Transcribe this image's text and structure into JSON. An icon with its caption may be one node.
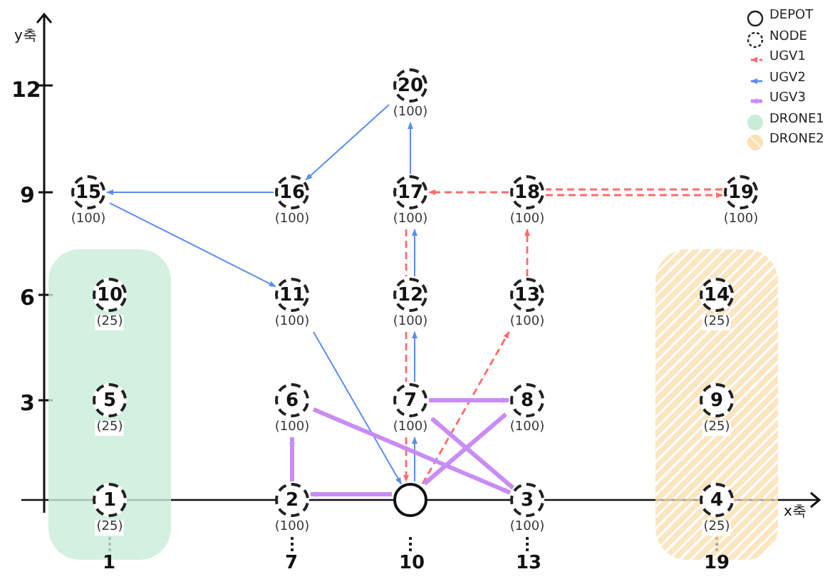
{
  "diagram": {
    "nodes": [
      {
        "text": [],
        "shape": "band"
      },
      {
        "text": [],
        "shape": "band"
      },
      {
        "text": [
          "1"
        ],
        "beside": [
          "(25)"
        ],
        "in": 0
      },
      {
        "text": [
          "2"
        ],
        "beside": [
          "(100)"
        ]
      },
      {
        "text": [
          "3"
        ],
        "beside": [
          "(100)"
        ]
      },
      {
        "text": [
          "4"
        ],
        "beside": [
          "(25)"
        ],
        "in": 1
      },
      {
        "text": [
          "5"
        ],
        "beside": [
          "(25)"
        ],
        "in": 0
      },
      {
        "text": [
          "6"
        ],
        "beside": [
          "(100)"
        ]
      },
      {
        "text": [
          "7"
        ],
        "beside": [
          "(100)"
        ]
      },
      {
        "text": [
          "8"
        ],
        "beside": [
          "(100)"
        ]
      },
      {
        "text": [
          "9"
        ],
        "beside": [
          "(25)"
        ],
        "in": 1
      },
      {
        "text": [
          "10"
        ],
        "beside": [
          "(25)"
        ],
        "in": 0
      },
      {
        "text": [
          "11"
        ],
        "beside": [
          "(100)"
        ]
      },
      {
        "text": [
          "12"
        ],
        "beside": [
          "(100)"
        ]
      },
      {
        "text": [
          "13"
        ],
        "beside": [
          "(100)"
        ]
      },
      {
        "text": [
          "14"
        ],
        "beside": [
          "(25)"
        ],
        "in": 1
      },
      {
        "text": [
          "15"
        ],
        "beside": [
          "(100)"
        ]
      },
      {
        "text": [
          "16"
        ],
        "beside": [
          "(100)"
        ]
      },
      {
        "text": [
          "17"
        ],
        "beside": [
          "(100)"
        ]
      },
      {
        "text": [
          "18"
        ],
        "beside": [
          "(100)"
        ]
      },
      {
        "text": [
          "19"
        ],
        "beside": [
          "(100)"
        ]
      },
      {
        "text": [
          "20"
        ],
        "beside": [
          "(100)"
        ]
      },
      {
        "text": [],
        "shape": "circle"
      }
    ],
    "edges": [
      {
        "from": 22,
        "to": 14,
        "arrow": "to",
        "style": "dashed",
        "color": "#ff6b6b"
      },
      {
        "from": 14,
        "to": 19,
        "arrow": "to",
        "style": "dashed",
        "color": "#ff6b6b"
      },
      {
        "from": 19,
        "to": 20,
        "arrow": "to",
        "style": "dashed",
        "color": "#ff6b6b"
      },
      {
        "from": 20,
        "to": 19,
        "arrow": "none",
        "style": "dashed",
        "color": "#ff6b6b"
      },
      {
        "from": 19,
        "to": 18,
        "arrow": "to",
        "style": "dashed",
        "color": "#ff6b6b"
      },
      {
        "from": 18,
        "to": 13,
        "arrow": "none",
        "style": "dashed",
        "color": "#ff6b6b"
      },
      {
        "from": 13,
        "to": 8,
        "arrow": "none",
        "style": "dashed",
        "color": "#ff6b6b"
      },
      {
        "from": 8,
        "to": 22,
        "arrow": "to",
        "style": "dashed",
        "color": "#ff6b6b"
      },
      {
        "from": 22,
        "to": 8,
        "arrow": "to",
        "color": "#5b8def"
      },
      {
        "from": 8,
        "to": 13,
        "arrow": "to",
        "color": "#5b8def"
      },
      {
        "from": 13,
        "to": 18,
        "arrow": "to",
        "color": "#5b8def"
      },
      {
        "from": 18,
        "to": 21,
        "arrow": "to",
        "color": "#5b8def"
      },
      {
        "from": 21,
        "to": 17,
        "arrow": "to",
        "color": "#5b8def"
      },
      {
        "from": 17,
        "to": 16,
        "arrow": "to",
        "color": "#5b8def"
      },
      {
        "from": 16,
        "to": 12,
        "arrow": "to",
        "color": "#5b8def"
      },
      {
        "from": 12,
        "to": 22,
        "arrow": "to",
        "color": "#5b8def"
      },
      {
        "from": 22,
        "to": 3,
        "arrow": "to",
        "style": "thick",
        "color": "#c98cf5"
      },
      {
        "from": 3,
        "to": 7,
        "arrow": "to",
        "style": "thick",
        "color": "#c98cf5"
      },
      {
        "from": 7,
        "to": 4,
        "arrow": "to",
        "style": "thick",
        "color": "#c98cf5"
      },
      {
        "from": 4,
        "to": 8,
        "arrow": "to",
        "style": "thick",
        "color": "#c98cf5"
      },
      {
        "from": 8,
        "to": 9,
        "arrow": "to",
        "style": "thick",
        "color": "#c98cf5"
      },
      {
        "from": 9,
        "to": 22,
        "arrow": "to",
        "style": "thick",
        "color": "#c98cf5"
      }
    ],
    "labels": [
      "y축",
      "12",
      "9",
      "6",
      "3",
      "x축",
      "1",
      "7",
      "10",
      "13",
      "19"
    ],
    "legend": [
      {
        "text": "DEPOT"
      },
      {
        "text": "NODE"
      },
      {
        "text": "UGV1"
      },
      {
        "text": "UGV2"
      },
      {
        "text": "UGV3"
      },
      {
        "text": "DRONE1",
        "color": "#c8ecd8"
      },
      {
        "text": "DRONE2",
        "color": "#fbe0b3"
      }
    ]
  }
}
